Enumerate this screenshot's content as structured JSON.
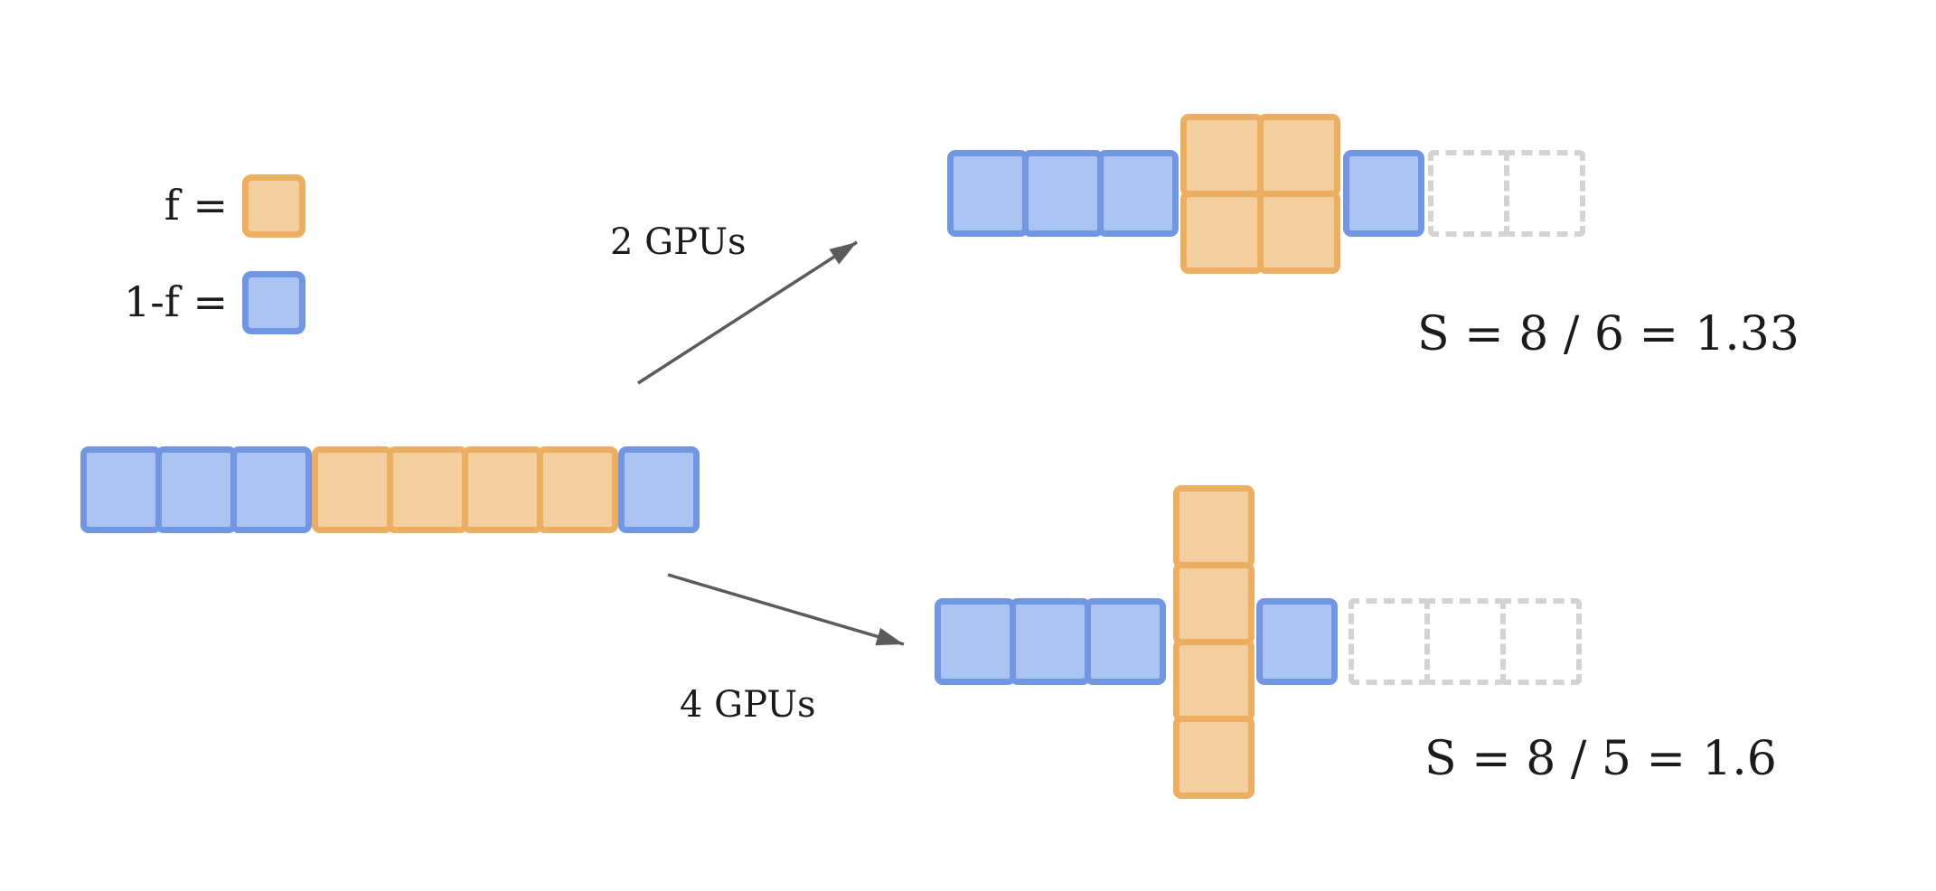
{
  "legend": {
    "f_label": "f =",
    "one_minus_f_label": "1-f ="
  },
  "colors": {
    "f_border": "#ECAE61",
    "f_fill": "#F3CF9F",
    "one_minus_f_border": "#7296E2",
    "one_minus_f_fill": "#ABC3F0",
    "idle_border": "#D3D3D3",
    "arrow": "#595B5D",
    "text": "#1B1B1B"
  },
  "baseline_bar": {
    "total_cells": 8,
    "segments": [
      {
        "kind": "one_minus_f",
        "count": 3
      },
      {
        "kind": "f",
        "count": 4
      },
      {
        "kind": "one_minus_f",
        "count": 1
      }
    ]
  },
  "scenarios": [
    {
      "gpu_label": "2 GPUs",
      "speedup_formula": "S = 8 / 6 =",
      "speedup_value": "1.33",
      "segments": [
        {
          "kind": "one_minus_f",
          "count": 3
        },
        {
          "kind": "f",
          "cols": 2,
          "rows": 2
        },
        {
          "kind": "one_minus_f",
          "count": 1
        },
        {
          "kind": "idle",
          "count": 2
        }
      ]
    },
    {
      "gpu_label": "4 GPUs",
      "speedup_formula": "S = 8 / 5 =",
      "speedup_value": "1.6",
      "segments": [
        {
          "kind": "one_minus_f",
          "count": 3
        },
        {
          "kind": "f",
          "cols": 1,
          "rows": 4
        },
        {
          "kind": "one_minus_f",
          "count": 1
        },
        {
          "kind": "idle",
          "count": 3
        }
      ]
    }
  ]
}
